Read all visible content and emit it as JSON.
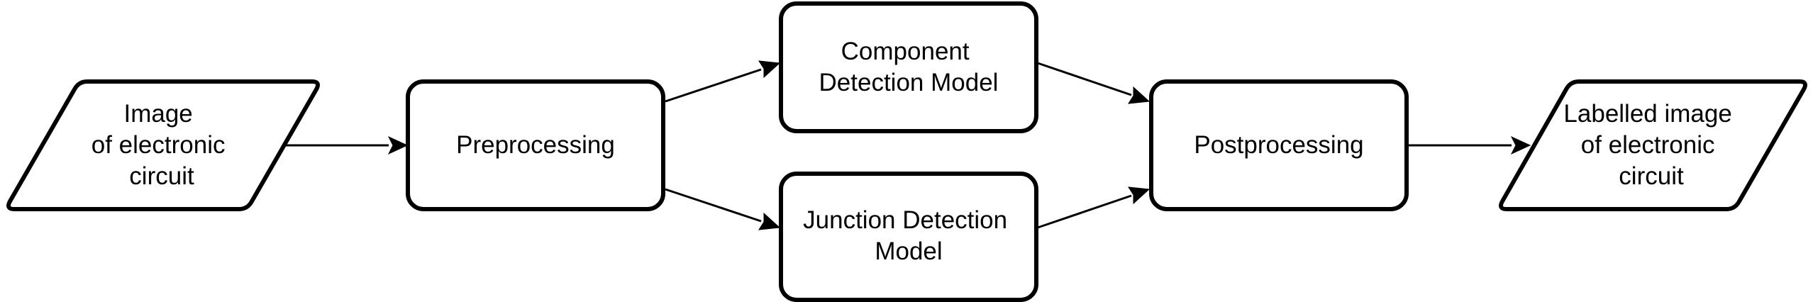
{
  "diagram": {
    "colors": {
      "stroke": "#000000",
      "fill": "#ffffff",
      "background": "#ffffff"
    },
    "nodes": {
      "input_image": {
        "shape": "parallelogram",
        "lines": [
          "Image",
          "of electronic",
          "circuit"
        ]
      },
      "preprocessing": {
        "shape": "rounded-rectangle",
        "lines": [
          "Preprocessing"
        ]
      },
      "component_detection": {
        "shape": "rounded-rectangle",
        "lines": [
          "Component",
          "Detection Model"
        ]
      },
      "junction_detection": {
        "shape": "rounded-rectangle",
        "lines": [
          "Junction Detection",
          "Model"
        ]
      },
      "postprocessing": {
        "shape": "rounded-rectangle",
        "lines": [
          "Postprocessing"
        ]
      },
      "output_image": {
        "shape": "parallelogram",
        "lines": [
          "Labelled image",
          "of electronic",
          "circuit"
        ]
      }
    },
    "edges": [
      {
        "from": "input_image",
        "to": "preprocessing"
      },
      {
        "from": "preprocessing",
        "to": "component_detection"
      },
      {
        "from": "preprocessing",
        "to": "junction_detection"
      },
      {
        "from": "component_detection",
        "to": "postprocessing"
      },
      {
        "from": "junction_detection",
        "to": "postprocessing"
      },
      {
        "from": "postprocessing",
        "to": "output_image"
      }
    ]
  }
}
